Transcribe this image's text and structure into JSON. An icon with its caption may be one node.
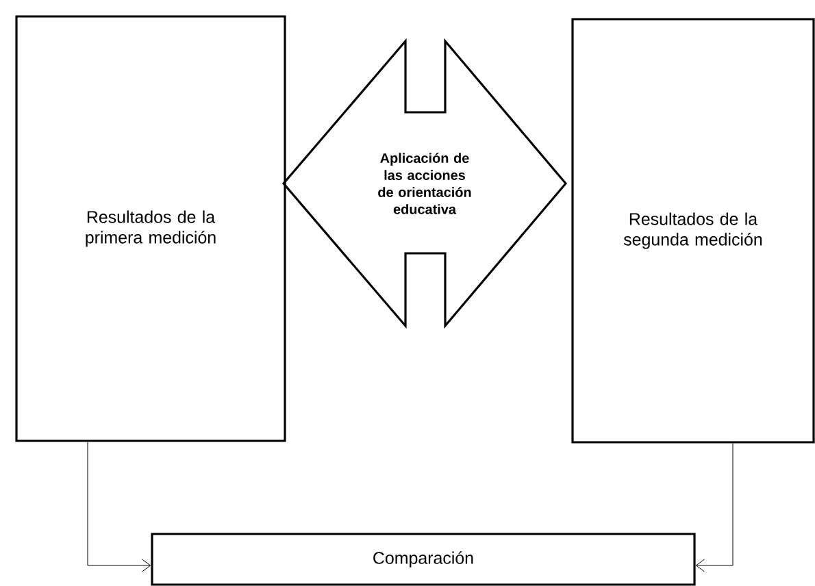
{
  "diagram": {
    "nodes": [
      {
        "text": [
          "Resultados de la primera medición"
        ]
      },
      {
        "text": [
          "Aplicación de las acciones de orientación educativa"
        ]
      },
      {
        "text": [
          "Resultados de la segunda medición"
        ]
      },
      {
        "text": [
          "Comparación"
        ]
      }
    ],
    "edges": [
      {
        "from": 0,
        "to": 3,
        "arrow": "to"
      },
      {
        "from": 2,
        "to": 3,
        "arrow": "to"
      }
    ]
  }
}
